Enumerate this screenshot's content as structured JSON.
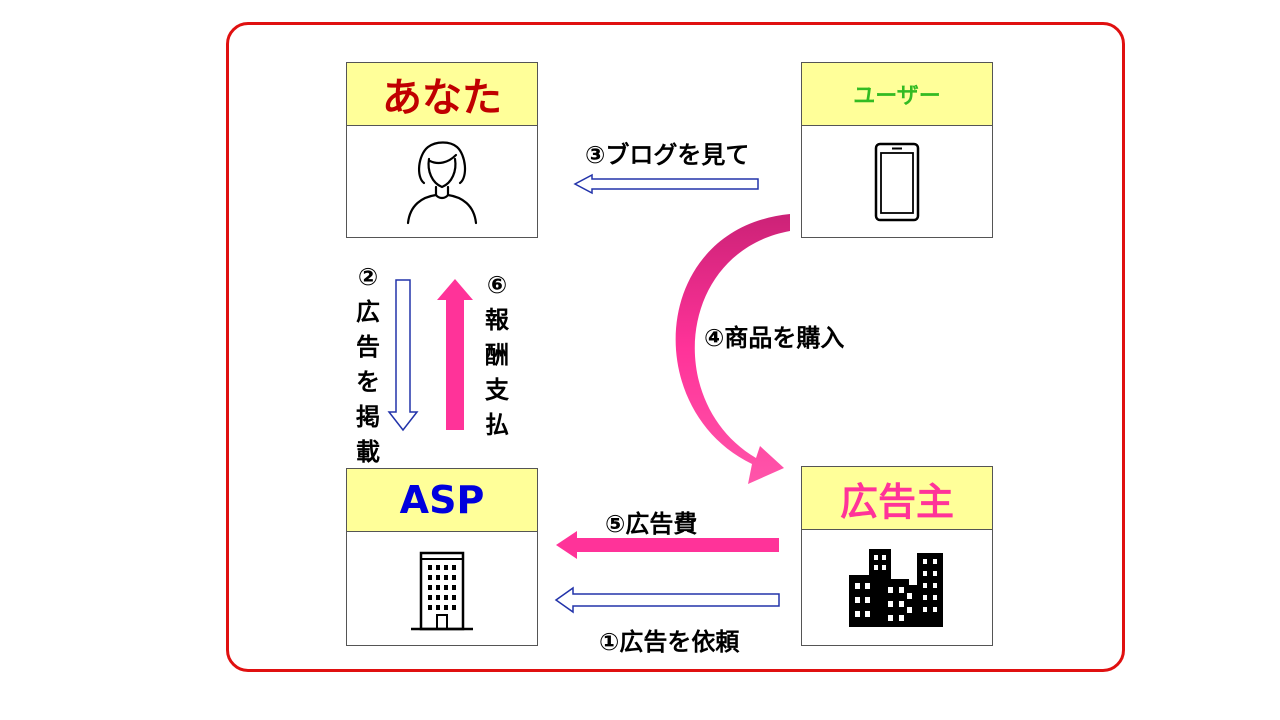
{
  "nodes": {
    "anata": {
      "label": "あなた",
      "color": "#c00000",
      "icon": "woman-icon"
    },
    "user": {
      "label": "ユーザー",
      "color": "#33bb22",
      "icon": "smartphone-icon"
    },
    "asp": {
      "label": "ASP",
      "color": "#0000dd",
      "icon": "office-building-icon"
    },
    "advertiser": {
      "label": "広告主",
      "color": "#ff3399",
      "icon": "city-buildings-icon"
    }
  },
  "steps": {
    "s1": "①広告を依頼",
    "s2": "②広告を掲載",
    "s3": "③ブログを見て",
    "s4": "④商品を購入",
    "s5": "⑤広告費",
    "s6": "⑥報酬支払"
  },
  "colors": {
    "frame": "#e01010",
    "header_fill": "#ffff99",
    "pink_arrow": "#ff3399",
    "outline_arrow": "#2233aa"
  }
}
